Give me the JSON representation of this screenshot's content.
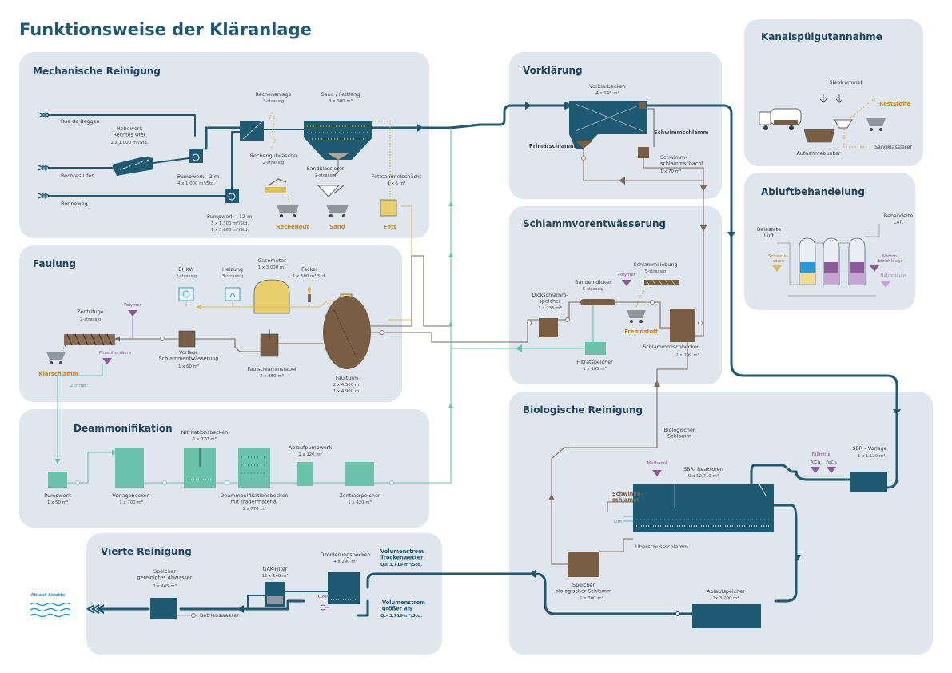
{
  "title": "Funktionsweise der Kläranlage",
  "colors": {
    "panel": "#dfe6ee",
    "water_main": "#1e5a72",
    "sludge": "#7a5e44",
    "centrate": "#6bc2aa",
    "gas": "#e0bd5a",
    "residue": "#c8891a"
  },
  "sections": {
    "mechanical": {
      "title": "Mechanische Reinigung",
      "inlets": [
        "Rue de Beggen",
        "Rechtes Ufer",
        "Bonneweg"
      ],
      "hebewerk": "Hebewerk\nRechtes Ufer",
      "hebewerk_sub": "2 x 1.000 m³/Std.",
      "pumpwerk2": "Pumpwerk - 2 m",
      "pumpwerk2_sub": "4 x 1.000 m³/Std.",
      "pumpwerk12": "Pumpwerk - 12 m",
      "pumpwerk12_sub1": "3 x 1.300 m³/Std.",
      "pumpwerk12_sub2": "1 x 3.600 m³/Std.",
      "rechen": "Rechenanlage",
      "rechen_sub": "3-strassig",
      "sandfang": "Sand / Fettfang",
      "sandfang_sub": "3 x 300 m³",
      "rechenwaesche": "Rechengutwäsche",
      "rechenwaesche_sub": "2-strassig",
      "sandklassierer": "Sandklassierer",
      "sandklassierer_sub": "2-strassig",
      "fettschacht": "Fettsammelschacht",
      "fettschacht_sub": "1 x 5 m³",
      "rechengut": "Rechengut",
      "sand": "Sand",
      "fett": "Fett"
    },
    "faulung": {
      "title": "Faulung",
      "bhkw": "BHKW",
      "bhkw_sub": "2-strassig",
      "heizung": "Heizung",
      "heizung_sub": "3-strassig",
      "gasometer": "Gasometer",
      "gasometer_sub": "1 x 3.000 m³",
      "fackel": "Fackel",
      "fackel_sub": "1 x 600 m³/Std.",
      "zentrifuge": "Zentrifuge",
      "zentrifuge_sub": "2-strassig",
      "polymer": "Polymer",
      "phosphor": "Phosphorsäure",
      "klaerschlamm": "Klärschlamm",
      "zentrat": "Zentrat",
      "vorlage": "Vorlage\nSchlammentwässerung",
      "vorlage_sub": "1 x 60 m³",
      "stapel": "Faulschlammstapel",
      "stapel_sub": "2 x 850 m³",
      "faulturm": "Faulturm",
      "faulturm_sub1": "2 x 4.500 m³",
      "faulturm_sub2": "1 x 4.900 m³"
    },
    "deammonifikation": {
      "title": "Deammonifikation",
      "pumpwerk": "Pumpwerk",
      "pumpwerk_sub": "1 x 50 m³",
      "vorlage": "Vorlagebecken",
      "vorlage_sub": "1 x 700 m³",
      "nitritation": "Nitritationsbecken",
      "nitritation_sub": "1 x 770 m³",
      "deamm": "Deammonifikationsbecken\nmit Trägermaterial",
      "deamm_sub": "1 x 770 m³",
      "ablauf": "Ablaufpumpwerk",
      "ablauf_sub": "1 x 120 m³",
      "zentrat": "Zentratspeicher",
      "zentrat_sub": "1 x 420 m³"
    },
    "vierte": {
      "title": "Vierte Reinigung",
      "speicher": "Speicher\ngereinigtes Abwasser",
      "speicher_sub": "2 x 445 m³",
      "gak": "GAK-Filter",
      "gak_sub": "12 x 240 m³",
      "ozon_becken": "Ozonierungsbecken",
      "ozon_becken_sub": "4 x 290 m³",
      "ozon": "Ozon",
      "betriebswasser": "Betriebswasser",
      "vol1": "Volumenstrom\nTrockenwetter",
      "vol1_sub": "Q≤ 3.119 m³/Std.",
      "vol2": "Volumenstrom\ngrößer als",
      "vol2_sub": "Q> 3.119 m³/Std.",
      "ablauf_alzette": "Ablauf Alzette"
    },
    "vorklaerung": {
      "title": "Vorklärung",
      "becken": "Vorklärbecken",
      "becken_sub": "4 x 945 m³",
      "schwimmschlamm": "Schwimmschlamm",
      "primaer": "Primärschlamm",
      "schacht": "Schwimm-\nschlammschacht",
      "schacht_sub": "1 x 70 m³"
    },
    "schlammvor": {
      "title": "Schlammvorentwässerung",
      "bandeindicker": "Bandeindicker",
      "bandeindicker_sub": "5-strassig",
      "siebung": "Schlammsiebung",
      "siebung_sub": "5-strassig",
      "polymer": "Polymer",
      "dick": "Dickschlamm-\nspeicher",
      "dick_sub": "1 x 235 m³",
      "fremdstoff": "Fremdstoff",
      "filtrat": "Filtratspeicher",
      "filtrat_sub": "1 x 185 m³",
      "misch": "Schlammmischbecken",
      "misch_sub": "2 x 299 m³"
    },
    "kanal": {
      "title": "Kanalspülgutannahme",
      "siebtrommel": "Siebtrommel",
      "reststoffe": "Reststoffe",
      "bunker": "Aufnahmebunker",
      "sand": "Sandklassierer"
    },
    "abluft": {
      "title": "Abluftbehandelung",
      "belastet": "Belastete\nLuft",
      "behandelt": "Behandelte\nLuft",
      "schwefel": "Schwefel-\nsäure",
      "natron": "Natron-\nbleichlauge",
      "natronlauge": "Natronlauge"
    },
    "bio": {
      "title": "Biologische Reinigung",
      "bio_schlamm": "Biologischer\nSchlamm",
      "methanol": "Methanol",
      "sbr": "SBR- Reaktoren",
      "sbr_sub": "9 x 12.711 m³",
      "sbr_vorlage": "SBR - Vorlage",
      "sbr_vorlage_sub": "3 x 1.120 m³",
      "faellmittel": "Fällmittel",
      "alcl": "AlCl₃",
      "fecl": "FeCl₃",
      "schwimm": "Schwimm-\nschlamm",
      "luft": "Luft",
      "ueberschuss": "Überschussschlamm",
      "speicher": "Speicher\nbiologischer Schlamm",
      "speicher_sub": "1 x 300 m³",
      "ablauf": "Ablaufspeicher",
      "ablauf_sub": "2x 3.200 m³"
    }
  }
}
